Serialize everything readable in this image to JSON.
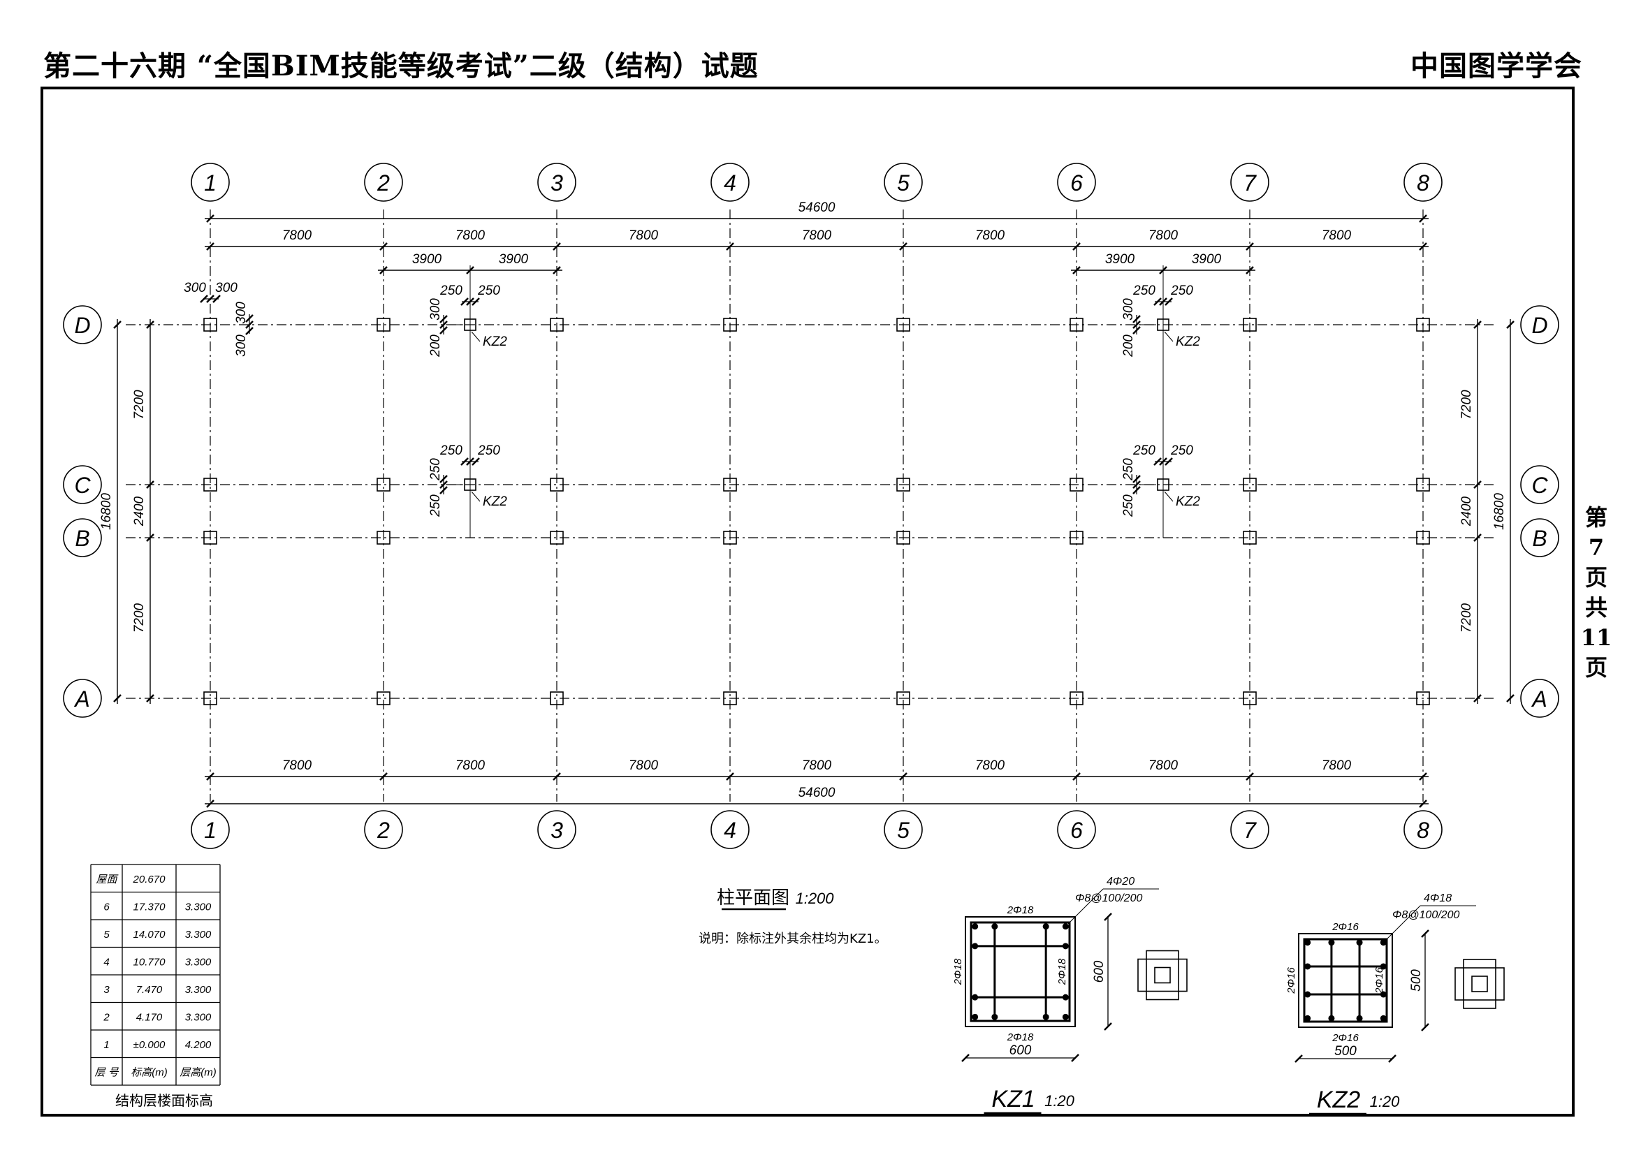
{
  "header": {
    "title": "第二十六期 “全国BIM技能等级考试”二级（结构）试题",
    "org": "中国图学学会"
  },
  "page_info": {
    "chars": [
      "第",
      "7",
      "页",
      "",
      "共",
      "11",
      "页"
    ]
  },
  "plan": {
    "axis_numbers": [
      "1",
      "2",
      "3",
      "4",
      "5",
      "6",
      "7",
      "8"
    ],
    "axis_letters": [
      "D",
      "C",
      "B",
      "A"
    ],
    "total_span": "54600",
    "bay": "7800",
    "half_bay": "3900",
    "span_cd": "7200",
    "span_bc": "2400",
    "span_ba": "7200",
    "total_depth": "16800",
    "col_dims": {
      "d300": "300",
      "d250": "250",
      "d200": "200"
    },
    "kz2_tag": "KZ2",
    "title": "柱平面图",
    "scale": "1:200",
    "note": "说明：除标注外其余柱均为KZ1。"
  },
  "elevation_table": {
    "rows": [
      [
        "屋面",
        "20.670",
        ""
      ],
      [
        "6",
        "17.370",
        "3.300"
      ],
      [
        "5",
        "14.070",
        "3.300"
      ],
      [
        "4",
        "10.770",
        "3.300"
      ],
      [
        "3",
        "7.470",
        "3.300"
      ],
      [
        "2",
        "4.170",
        "3.300"
      ],
      [
        "1",
        "±0.000",
        "4.200"
      ],
      [
        "层 号",
        "标高(m)",
        "层高(m)"
      ]
    ],
    "caption": "结构层楼面标高"
  },
  "sections": [
    {
      "name": "KZ1",
      "scale": "1:20",
      "size": "600",
      "corner_bars": "4Φ20",
      "stirrups": "Φ8@100/200",
      "side_bars": "2Φ18"
    },
    {
      "name": "KZ2",
      "scale": "1:20",
      "size": "500",
      "corner_bars": "4Φ18",
      "stirrups": "Φ8@100/200",
      "side_bars": "2Φ16"
    }
  ]
}
